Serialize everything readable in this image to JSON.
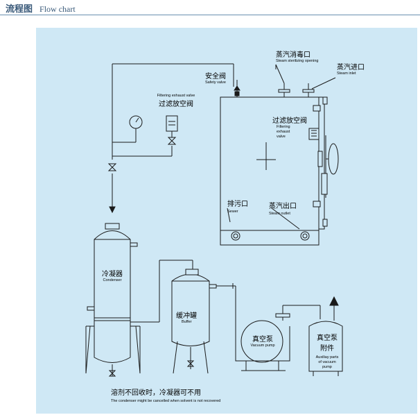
{
  "header": {
    "title_zh": "流程图",
    "title_en": "Flow chart"
  },
  "labels": {
    "steam_sterilizing_opening": {
      "zh": "蒸汽消毒口",
      "en": "Steam sterilizing opening"
    },
    "steam_inlet": {
      "zh": "蒸汽进口",
      "en": "Steam inlet"
    },
    "safety_valve": {
      "zh": "安全阀",
      "en": "Safety valve"
    },
    "filtering_exhaust_valve_left": {
      "zh": "过滤放空阀",
      "en": "Filtering exhaust valve"
    },
    "filtering_exhaust_valve_right": {
      "zh": "过滤放空阀",
      "en1": "Filtering",
      "en2": "exhaust",
      "en3": "valve"
    },
    "sewer": {
      "zh": "排污口",
      "en": "Sewer"
    },
    "steam_outlet": {
      "zh": "蒸汽出口",
      "en": "Steam outlet"
    },
    "condenser": {
      "zh": "冷凝器",
      "en": "Condenser"
    },
    "buffer": {
      "zh": "缓冲罐",
      "en": "Buffer"
    },
    "vacuum_pump": {
      "zh": "真空泵",
      "en": "Vacuum pump"
    },
    "vacuum_pump_aux": {
      "zh1": "真空泵",
      "zh2": "附件",
      "en1": "Auxiliay parts",
      "en2": "of vacuum",
      "en3": "pump"
    }
  },
  "note": {
    "zh": "溶剂不回收时，冷凝器可不用",
    "en": "The condenser might be cancelled when solvent is not recovered"
  },
  "colors": {
    "panel": "#cfe8f5",
    "line": "#1a1a1a",
    "header": "#3a5a7a"
  }
}
